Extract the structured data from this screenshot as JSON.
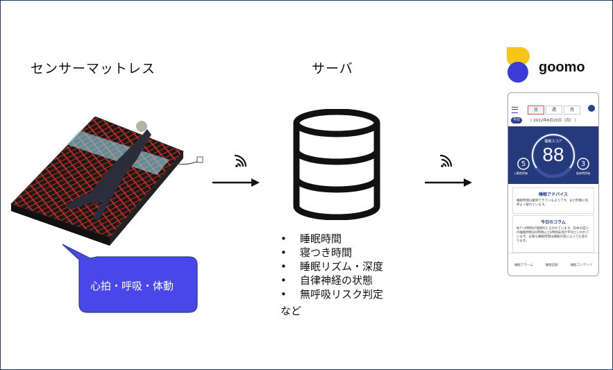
{
  "labels": {
    "mattress": "センサーマットレス",
    "server": "サーバ",
    "app": "goomo"
  },
  "bubble": {
    "text": "心拍・呼吸・体動"
  },
  "server_items": [
    "睡眠時間",
    "寝つき時間",
    "睡眠リズム・深度",
    "自律神経の状態",
    "無呼吸リスク判定"
  ],
  "server_items_more": "など",
  "phone": {
    "tabs": [
      "日",
      "週",
      "月"
    ],
    "today_label": "今日",
    "date": "〈 2022年6月20日（月） 〉",
    "score_label": "睡眠スコア",
    "score": "88",
    "left_value": "5",
    "left_label": "入眠前評価",
    "right_value": "3",
    "right_label": "起床時評価",
    "advice_title": "睡眠アドバイス",
    "advice_body": "睡眠時間は確保できているようです。また昨晩に効率よく眠れています。",
    "column_title": "今日のコラム",
    "column_body": "約7〜8時間が理想的と言われています。日本の成人の睡眠時間は6時間以上8時間未満が平均といわれています。必要な睡眠時間は睡眠の質によっても変わります。",
    "nav": [
      "睡眠アラーム",
      "睡眠記録",
      "睡眠コンテンツ"
    ]
  },
  "colors": {
    "bubble": "#4a47e8",
    "app_navy": "#253a7c",
    "logo_yellow": "#f5c518",
    "logo_blue": "#3b3bd6",
    "mattress_red": "#c0281e"
  }
}
